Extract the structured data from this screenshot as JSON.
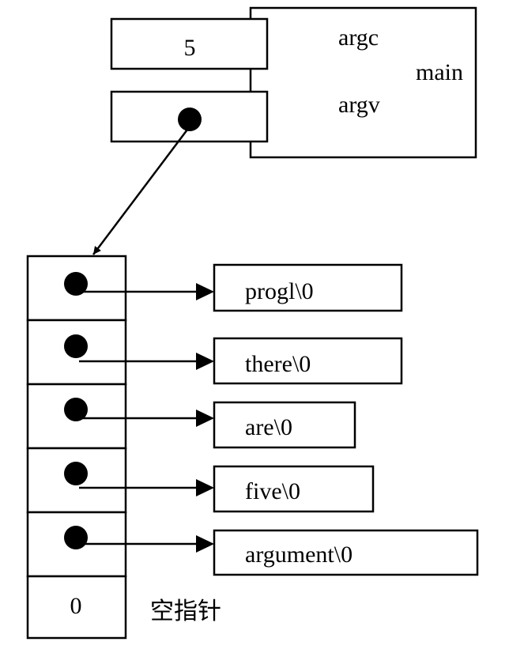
{
  "main_frame": {
    "title": "main",
    "argc": {
      "name": "argc",
      "value": "5"
    },
    "argv": {
      "name": "argv"
    }
  },
  "argv_array": {
    "strings": [
      "progl\\0",
      "there\\0",
      "are\\0",
      "five\\0",
      "argument\\0"
    ],
    "terminator": "0",
    "terminator_note": "空指针"
  }
}
